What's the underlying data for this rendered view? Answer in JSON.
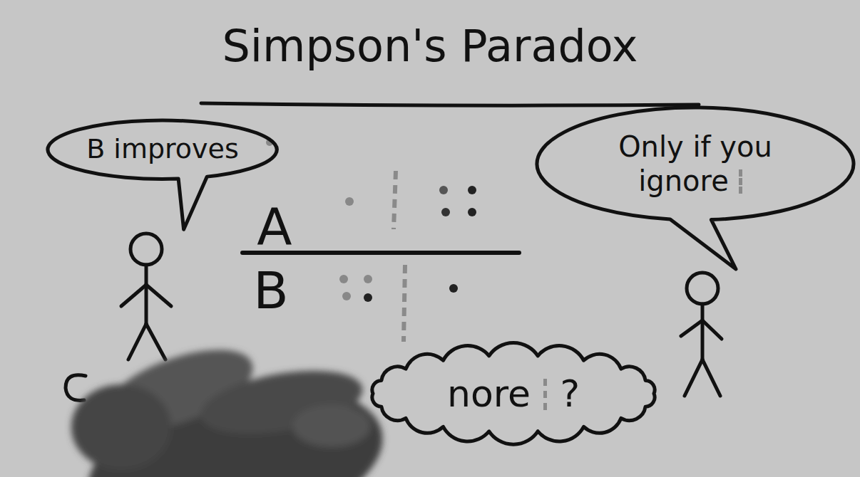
{
  "diagram": {
    "title": "Simpson's Paradox",
    "nodes": [
      {
        "text": [
          "B improves"
        ]
      },
      {
        "text": [
          "Only if you ignore"
        ]
      },
      {
        "text": [
          "nore",
          "?"
        ]
      }
    ],
    "labels": [
      "A",
      "B"
    ]
  }
}
